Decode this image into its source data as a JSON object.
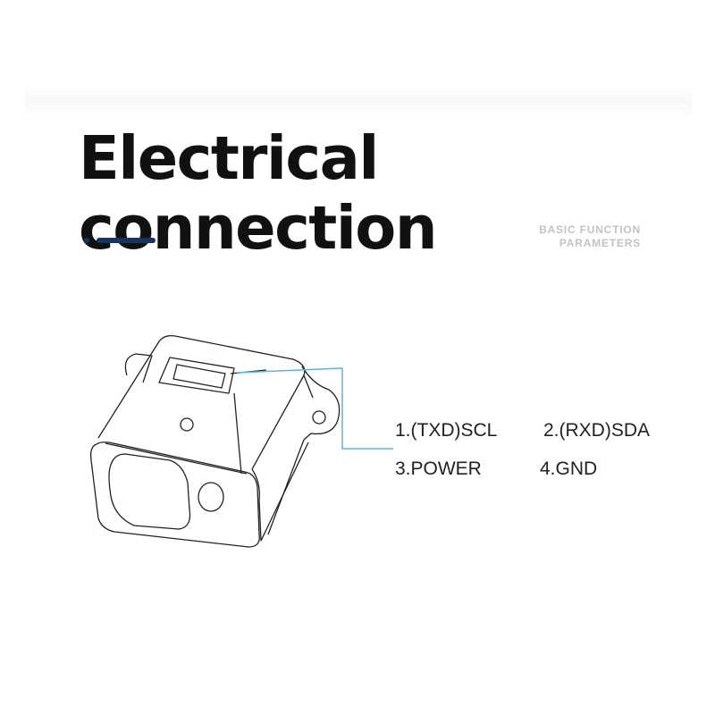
{
  "title": "Electrical connection",
  "subtitle": [
    "BASIC FUNCTION",
    "PARAMETERS"
  ],
  "accent_color": "#163461",
  "callout_color": "#5bb5e0",
  "pins": [
    "1.(TXD)SCL",
    "2.(RXD)SDA",
    "3.POWER",
    "4.GND"
  ]
}
